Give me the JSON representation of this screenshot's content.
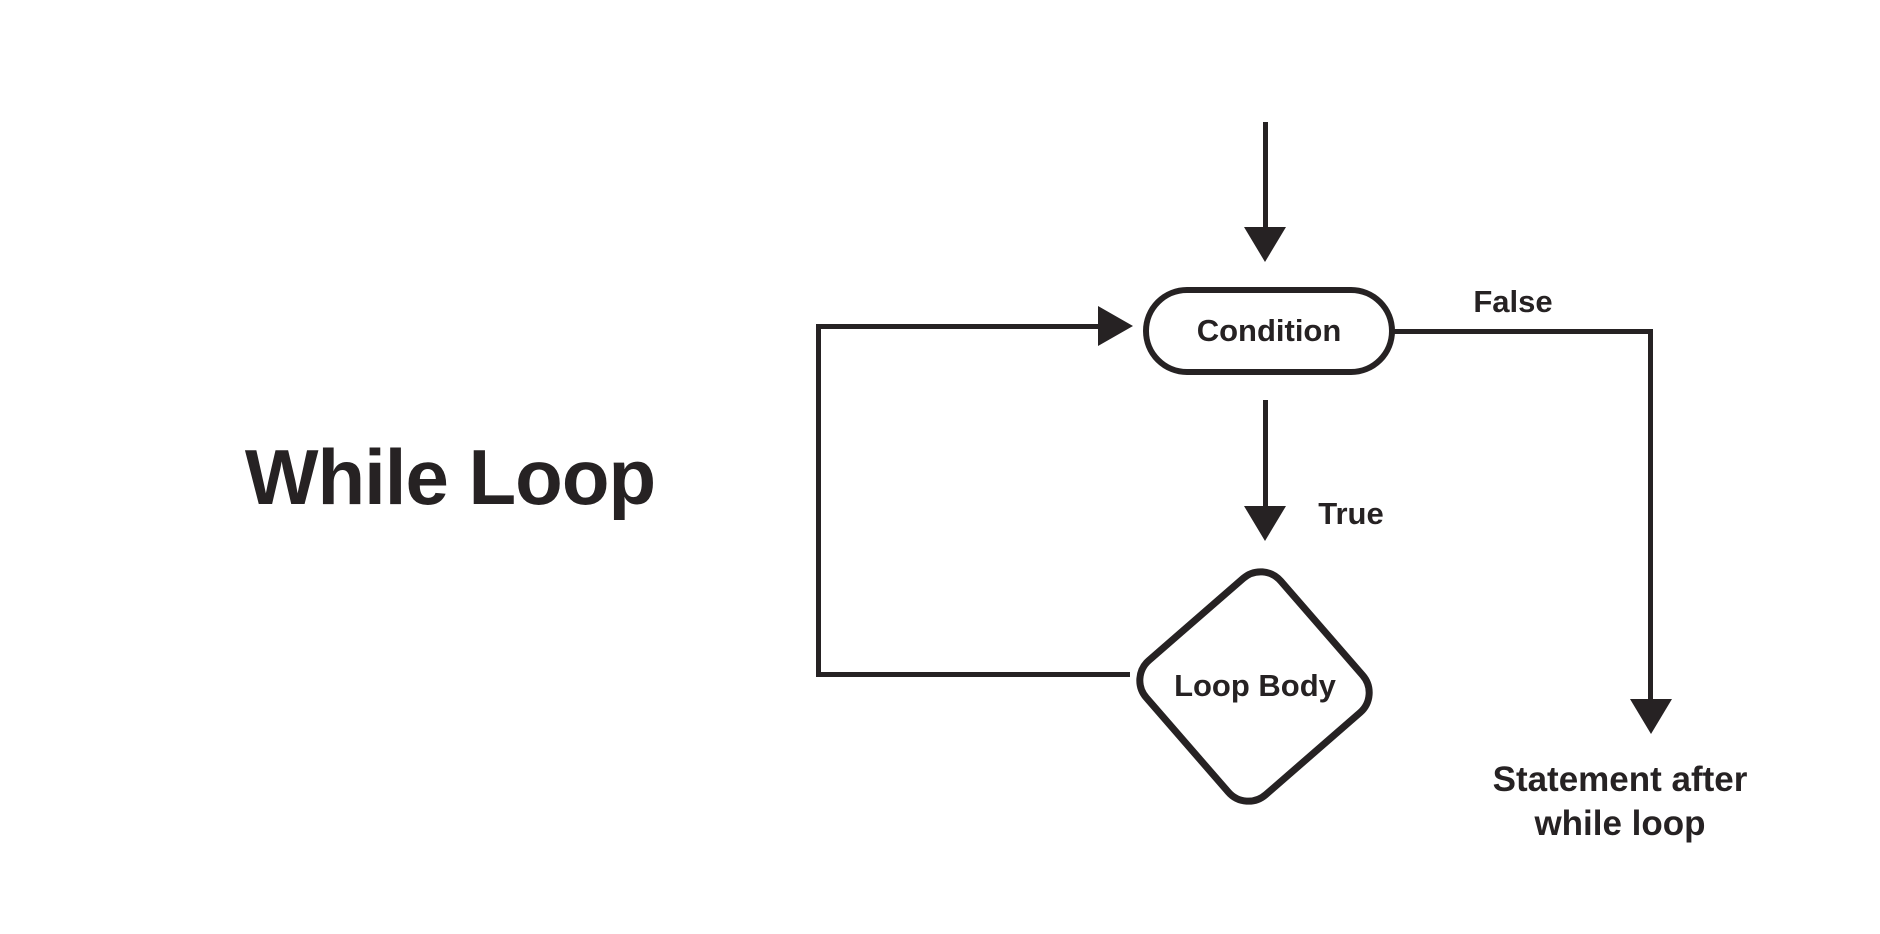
{
  "title": "While Loop",
  "diagram": {
    "type": "flowchart",
    "nodes": {
      "condition": {
        "label": "Condition",
        "shape": "rounded-pill"
      },
      "loop_body": {
        "label": "Loop Body",
        "shape": "diamond"
      }
    },
    "edges": {
      "entry": {
        "from": "start",
        "to": "condition",
        "label": ""
      },
      "true_branch": {
        "from": "condition",
        "to": "loop_body",
        "label": "True"
      },
      "false_branch": {
        "from": "condition",
        "to": "statement_after",
        "label": "False"
      },
      "loopback": {
        "from": "loop_body",
        "to": "condition",
        "label": ""
      }
    },
    "labels": {
      "true": "True",
      "false": "False",
      "statement_after": "Statement after\nwhile loop"
    },
    "colors": {
      "ink": "#262223",
      "background": "#ffffff"
    }
  }
}
